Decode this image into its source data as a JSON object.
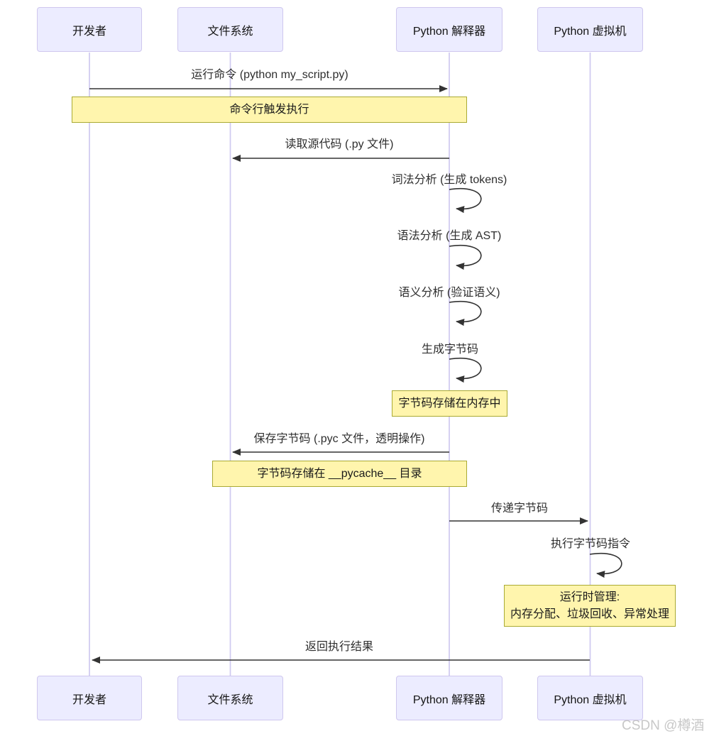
{
  "diagram_type": "sequence-diagram",
  "actors": [
    {
      "label": "开发者"
    },
    {
      "label": "文件系统"
    },
    {
      "label": "Python 解释器"
    },
    {
      "label": "Python 虚拟机"
    }
  ],
  "messages": [
    {
      "label": "运行命令 (python my_script.py)",
      "from": "开发者",
      "to": "Python 解释器",
      "kind": "arrow"
    },
    {
      "label": "读取源代码 (.py 文件)",
      "from": "Python 解释器",
      "to": "文件系统",
      "kind": "arrow"
    },
    {
      "label": "词法分析 (生成 tokens)",
      "from": "Python 解释器",
      "to": "Python 解释器",
      "kind": "self-loop"
    },
    {
      "label": "语法分析 (生成 AST)",
      "from": "Python 解释器",
      "to": "Python 解释器",
      "kind": "self-loop"
    },
    {
      "label": "语义分析 (验证语义)",
      "from": "Python 解释器",
      "to": "Python 解释器",
      "kind": "self-loop"
    },
    {
      "label": "生成字节码",
      "from": "Python 解释器",
      "to": "Python 解释器",
      "kind": "self-loop"
    },
    {
      "label": "保存字节码 (.pyc 文件，透明操作)",
      "from": "Python 解释器",
      "to": "文件系统",
      "kind": "arrow"
    },
    {
      "label": "传递字节码",
      "from": "Python 解释器",
      "to": "Python 虚拟机",
      "kind": "arrow"
    },
    {
      "label": "执行字节码指令",
      "from": "Python 虚拟机",
      "to": "Python 虚拟机",
      "kind": "self-loop"
    },
    {
      "label": "返回执行结果",
      "from": "Python 虚拟机",
      "to": "开发者",
      "kind": "arrow"
    }
  ],
  "notes": [
    {
      "label": "命令行触发执行",
      "over": "开发者, Python 解释器"
    },
    {
      "label": "字节码存储在内存中",
      "over": "Python 解释器"
    },
    {
      "label": "字节码存储在 __pycache__ 目录",
      "over": "文件系统, Python 解释器"
    },
    {
      "label": "运行时管理:",
      "label2": "内存分配、垃圾回收、异常处理",
      "over": "Python 虚拟机"
    }
  ],
  "watermark": "CSDN @樽酒",
  "colors": {
    "actor_fill": "#ECECFF",
    "actor_border": "#CFC7EE",
    "lifeline": "#CFC9F0",
    "note_fill": "#FFF5AD",
    "note_border": "#AAAA33",
    "arrow": "#333333",
    "text": "#2E2E2E",
    "watermark": "#C8C8C8"
  }
}
